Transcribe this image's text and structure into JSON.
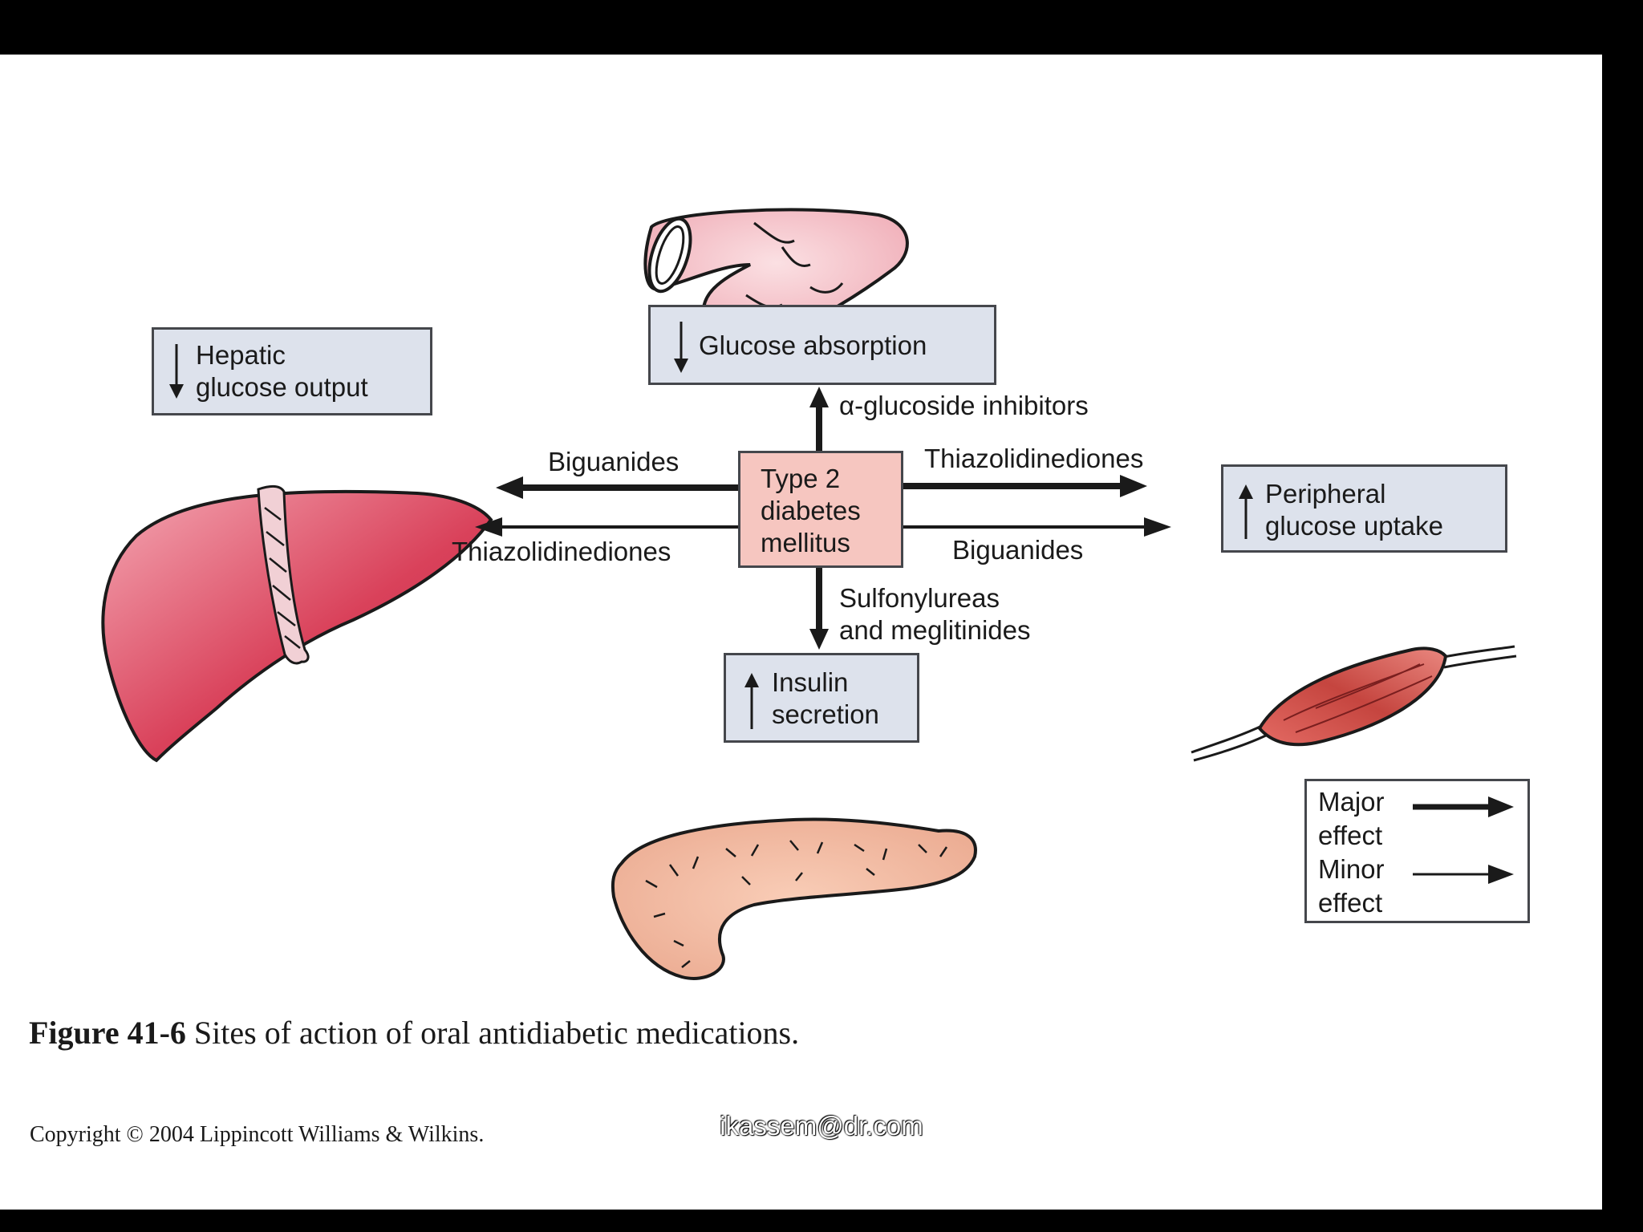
{
  "diagram": {
    "center": {
      "lines": [
        "Type 2",
        "diabetes",
        "mellitus"
      ],
      "color": "#f6c6c0"
    },
    "boxes": {
      "glucose_absorption": {
        "arrow": "down",
        "text": "Glucose absorption"
      },
      "hepatic_output": {
        "arrow": "down",
        "lines": [
          "Hepatic",
          "glucose output"
        ]
      },
      "peripheral_uptake": {
        "arrow": "up",
        "lines": [
          "Peripheral",
          "glucose uptake"
        ]
      },
      "insulin_secretion": {
        "arrow": "up",
        "lines": [
          "Insulin",
          "secretion"
        ]
      }
    },
    "edges": {
      "up_label": "α-glucoside inhibitors",
      "left_major_label": "Biguanides",
      "left_minor_label": "Thiazolidinediones",
      "right_major_label": "Thiazolidinediones",
      "right_minor_label": "Biguanides",
      "down_label": [
        "Sulfonylureas",
        "and meglitinides"
      ]
    },
    "legend": {
      "major": [
        "Major",
        "effect"
      ],
      "minor": [
        "Minor",
        "effect"
      ]
    },
    "organs": [
      "intestine-icon",
      "liver-icon",
      "pancreas-icon",
      "muscle-icon"
    ],
    "colors": {
      "box_fill": "#dde2ec",
      "liver": "#d9415a",
      "pancreas": "#f0b39a",
      "intestine": "#f3bfc6",
      "muscle": "#c5453f"
    }
  },
  "caption": {
    "figure_number": "Figure 41-6",
    "text": "Sites of action of oral antidiabetic medications."
  },
  "copyright": "Copyright © 2004 Lippincott Williams & Wilkins.",
  "watermark": "ikassem@dr.com"
}
